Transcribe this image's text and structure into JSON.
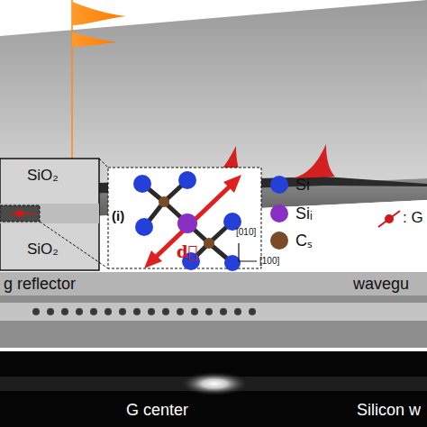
{
  "diagram": {
    "labels": [
      "SiO₂",
      "SiO₂",
      "(i)",
      "d⃗",
      "[010]",
      "[100]",
      ": G",
      "g reflector",
      "wavegu",
      "G center",
      "Silicon w"
    ],
    "legend": [
      {
        "text": "Si",
        "color": "#2540d8"
      },
      {
        "text": "Siᵢ",
        "color": "#8a2fc4"
      },
      {
        "text": "Cₛ",
        "color": "#7b4a26"
      }
    ]
  }
}
